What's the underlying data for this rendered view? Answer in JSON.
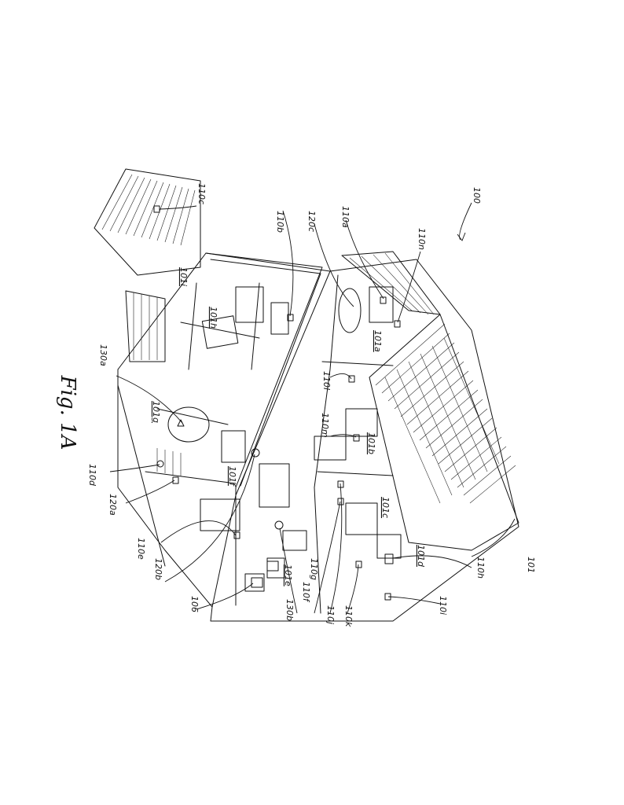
{
  "figure": {
    "caption": "Fig. 1A"
  },
  "labels": {
    "system": "100",
    "house": "101",
    "roomA": "101a",
    "roomB": "101b",
    "roomC": "101c",
    "roomD": "101d",
    "roomE": "101e",
    "roomF": "101f",
    "roomG": "101g",
    "roomH": "101h",
    "roomI": "101i",
    "d106": "106",
    "d110a": "110a",
    "d110b": "110b",
    "d110c": "110c",
    "d110d": "110d",
    "d110e": "110e",
    "d110f": "110f",
    "d110g": "110g",
    "d110h": "110h",
    "d110i": "110i",
    "d110j": "110j",
    "d110k": "110k",
    "d110l": "110l",
    "d110m": "110m",
    "d110n": "110n",
    "d120a": "120a",
    "d120b": "120b",
    "d120c": "120c",
    "d130a": "130a",
    "d130b": "130b"
  }
}
